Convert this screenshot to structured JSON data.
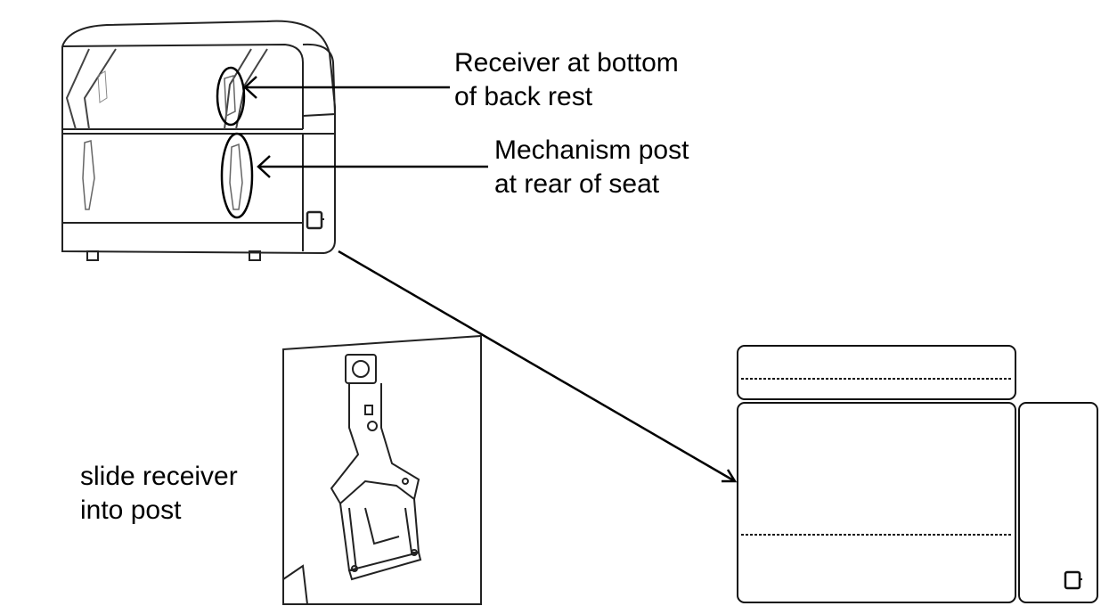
{
  "annotations": {
    "receiver": {
      "line1": "Receiver at bottom",
      "line2": "of back rest"
    },
    "mechanism": {
      "line1": "Mechanism post",
      "line2": "at rear of seat"
    },
    "slide": {
      "line1": "slide receiver",
      "line2": "into post"
    }
  },
  "colors": {
    "ink": "#000000",
    "sketch": "#555555",
    "paper": "#ffffff"
  }
}
